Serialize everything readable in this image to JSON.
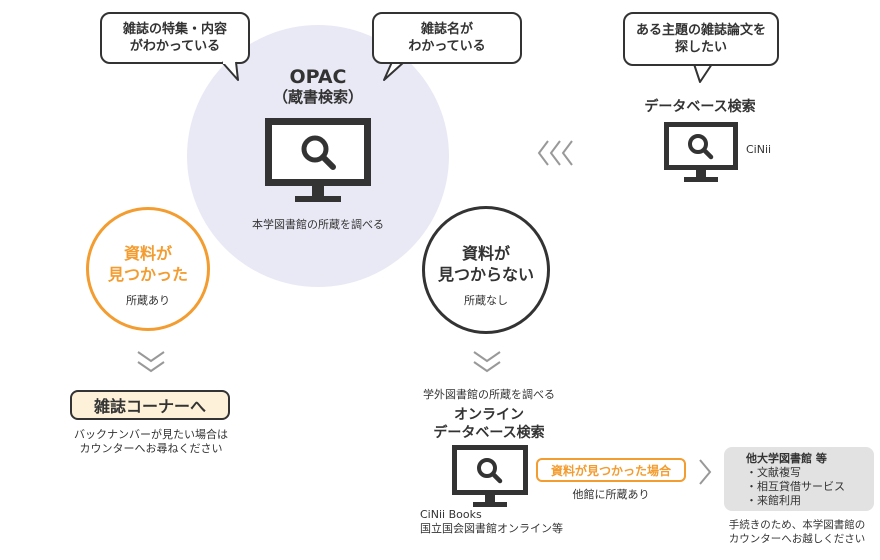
{
  "colors": {
    "orange": "#f39c30",
    "dark": "#333333",
    "circle": "#e9e9f6",
    "chevron": "#999999",
    "panel": "#e2e2e2",
    "corner_fill": "#fdf2d9"
  },
  "bubbles": {
    "special": {
      "line1": "雑誌の特集・内容",
      "line2": "がわかっている"
    },
    "title_known": {
      "line1": "雑誌名が",
      "line2": "わかっている"
    },
    "topic": {
      "line1": "ある主題の雑誌論文を",
      "line2": "探したい"
    }
  },
  "opac": {
    "title": "OPAC",
    "subtitle": "（蔵書検索）",
    "caption": "本学図書館の所蔵を調べる",
    "icon": "search-monitor-icon"
  },
  "database": {
    "title": "データベース検索",
    "caption": "CiNii"
  },
  "found": {
    "line1": "資料が",
    "line2": "見つかった",
    "sub": "所蔵あり"
  },
  "not_found": {
    "line1": "資料が",
    "line2": "見つからない",
    "sub": "所蔵なし"
  },
  "corner": {
    "label": "雑誌コーナーへ",
    "note_line1": "バックナンバーが見たい場合は",
    "note_line2": "カウンターへお尋ねください"
  },
  "online": {
    "lead": "学外図書館の所蔵を調べる",
    "title_line1": "オンライン",
    "title_line2": "データベース検索",
    "caption_line1": "CiNii Books",
    "caption_line2": "国立国会図書館オンライン等"
  },
  "found_elsewhere": {
    "label": "資料が見つかった場合",
    "sub": "他館に所蔵あり"
  },
  "other_libraries": {
    "title": "他大学図書館 等",
    "items": [
      "・文献複写",
      "・相互貸借サービス",
      "・来館利用"
    ],
    "note_line1": "手続きのため、本学図書館の",
    "note_line2": "カウンターへお越しください"
  }
}
